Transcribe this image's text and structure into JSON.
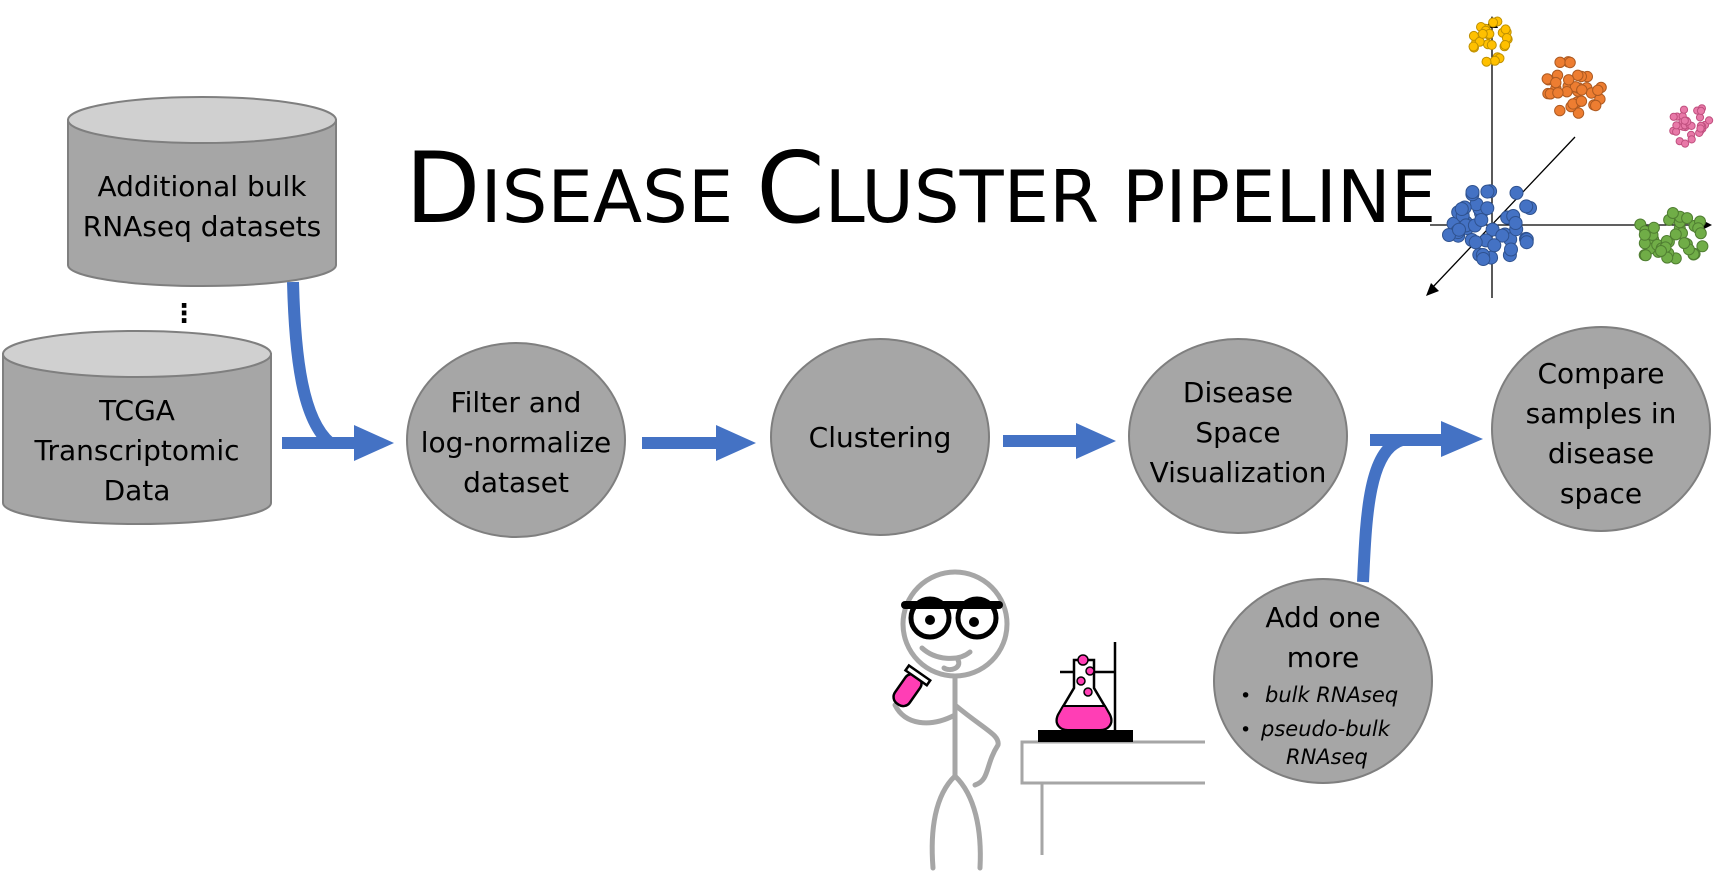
{
  "title": {
    "cap1": "D",
    "rest1": "ISEASE ",
    "cap2": "C",
    "rest2": "LUSTER PIPELINE"
  },
  "databases": {
    "top": [
      "Additional bulk",
      "RNAseq datasets"
    ],
    "ellipsis": "⋮",
    "bottom": [
      "TCGA",
      "Transcriptomic",
      "Data"
    ]
  },
  "steps": {
    "filter": [
      "Filter and",
      "log-normalize",
      "dataset"
    ],
    "clustering": [
      "Clustering"
    ],
    "disease_space": [
      "Disease",
      "Space",
      "Visualization"
    ],
    "compare": [
      "Compare",
      "samples in",
      "disease",
      "space"
    ],
    "add_one_more": {
      "lines": [
        "Add one",
        "more"
      ],
      "bullet": "•",
      "bullets": [
        "bulk RNAseq",
        "pseudo-bulk",
        "RNAseq"
      ]
    }
  },
  "colors": {
    "shape_fill": "#a6a6a6",
    "shape_stroke": "#7f7f7f",
    "db_top": "#d0d0d0",
    "arrow": "#4472c4",
    "cluster_blue": "#4472c4",
    "cluster_orange": "#ed7d31",
    "cluster_yellow": "#ffc000",
    "cluster_green": "#70ad47",
    "cluster_pink": "#e879a8",
    "liquid_pink": "#ff3eb5",
    "stick_gray": "#a6a6a6"
  }
}
